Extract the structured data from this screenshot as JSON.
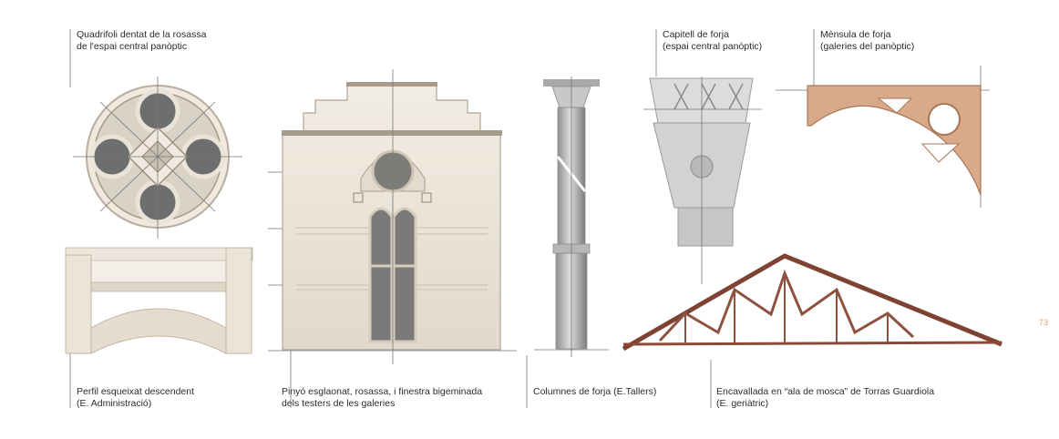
{
  "captions": {
    "rosette": [
      "Quadrifoli dentat de la rosassa",
      "de l'espai central panòptic"
    ],
    "capital": [
      "Capitell de forja",
      "(espai central panòptic)"
    ],
    "bracket": [
      "Mènsula de forja",
      "(galeries del panòptic)"
    ],
    "profile": [
      "Perfil esqueixat descendent",
      "(E. Administració)"
    ],
    "gable": [
      "Pinyó esglaonat, rosassa, i finestra bigeminada",
      "dels testers de les galeries"
    ],
    "column": [
      "Columnes de forja (E.Tallers)"
    ],
    "truss": [
      "Encavallada en “ala de mosca” de Torras Guardiola",
      "(E. geriàtric)"
    ]
  },
  "page_number": "73",
  "colors": {
    "stone": "#e9e2d6",
    "stone_dark": "#b5ab9c",
    "iron_grey": "#9a9a9a",
    "bracket": "#d7a787",
    "truss": "#8a4a3a",
    "page_number": "#e8a070"
  }
}
